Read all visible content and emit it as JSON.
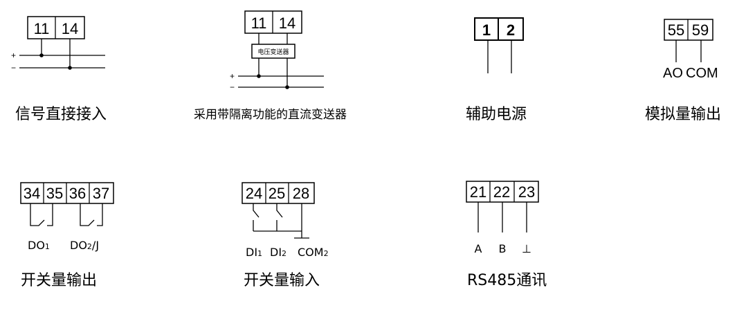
{
  "signal_direct": {
    "terminals": [
      "11",
      "14"
    ],
    "plus": "+",
    "minus": "−",
    "caption": "信号直接接入"
  },
  "isolated_transmitter": {
    "terminals": [
      "11",
      "14"
    ],
    "box_label": "电压变送器",
    "plus": "+",
    "minus": "−",
    "caption": "采用带隔离功能的直流变送器"
  },
  "aux_power": {
    "terminals": [
      "1",
      "2"
    ],
    "caption": "辅助电源"
  },
  "analog_output": {
    "terminals": [
      "55",
      "59"
    ],
    "label_ao": "AO",
    "label_com": "COM",
    "caption": "模拟量输出"
  },
  "switch_output": {
    "terminals": [
      "34",
      "35",
      "36",
      "37"
    ],
    "label_do1": "DO",
    "label_do1_sub": "1",
    "label_do2": "DO",
    "label_do2_sub": "2",
    "label_do2_suffix": "/J",
    "caption": "开关量输出"
  },
  "switch_input": {
    "terminals": [
      "24",
      "25",
      "28"
    ],
    "label_di1": "DI",
    "label_di1_sub": "1",
    "label_di2": "DI",
    "label_di2_sub": "2",
    "label_com": "COM",
    "label_com_sub": "2",
    "caption": "开关量输入"
  },
  "rs485": {
    "terminals": [
      "21",
      "22",
      "23"
    ],
    "label_a": "A",
    "label_b": "B",
    "label_gnd": "⊥",
    "caption": "RS485通讯"
  }
}
